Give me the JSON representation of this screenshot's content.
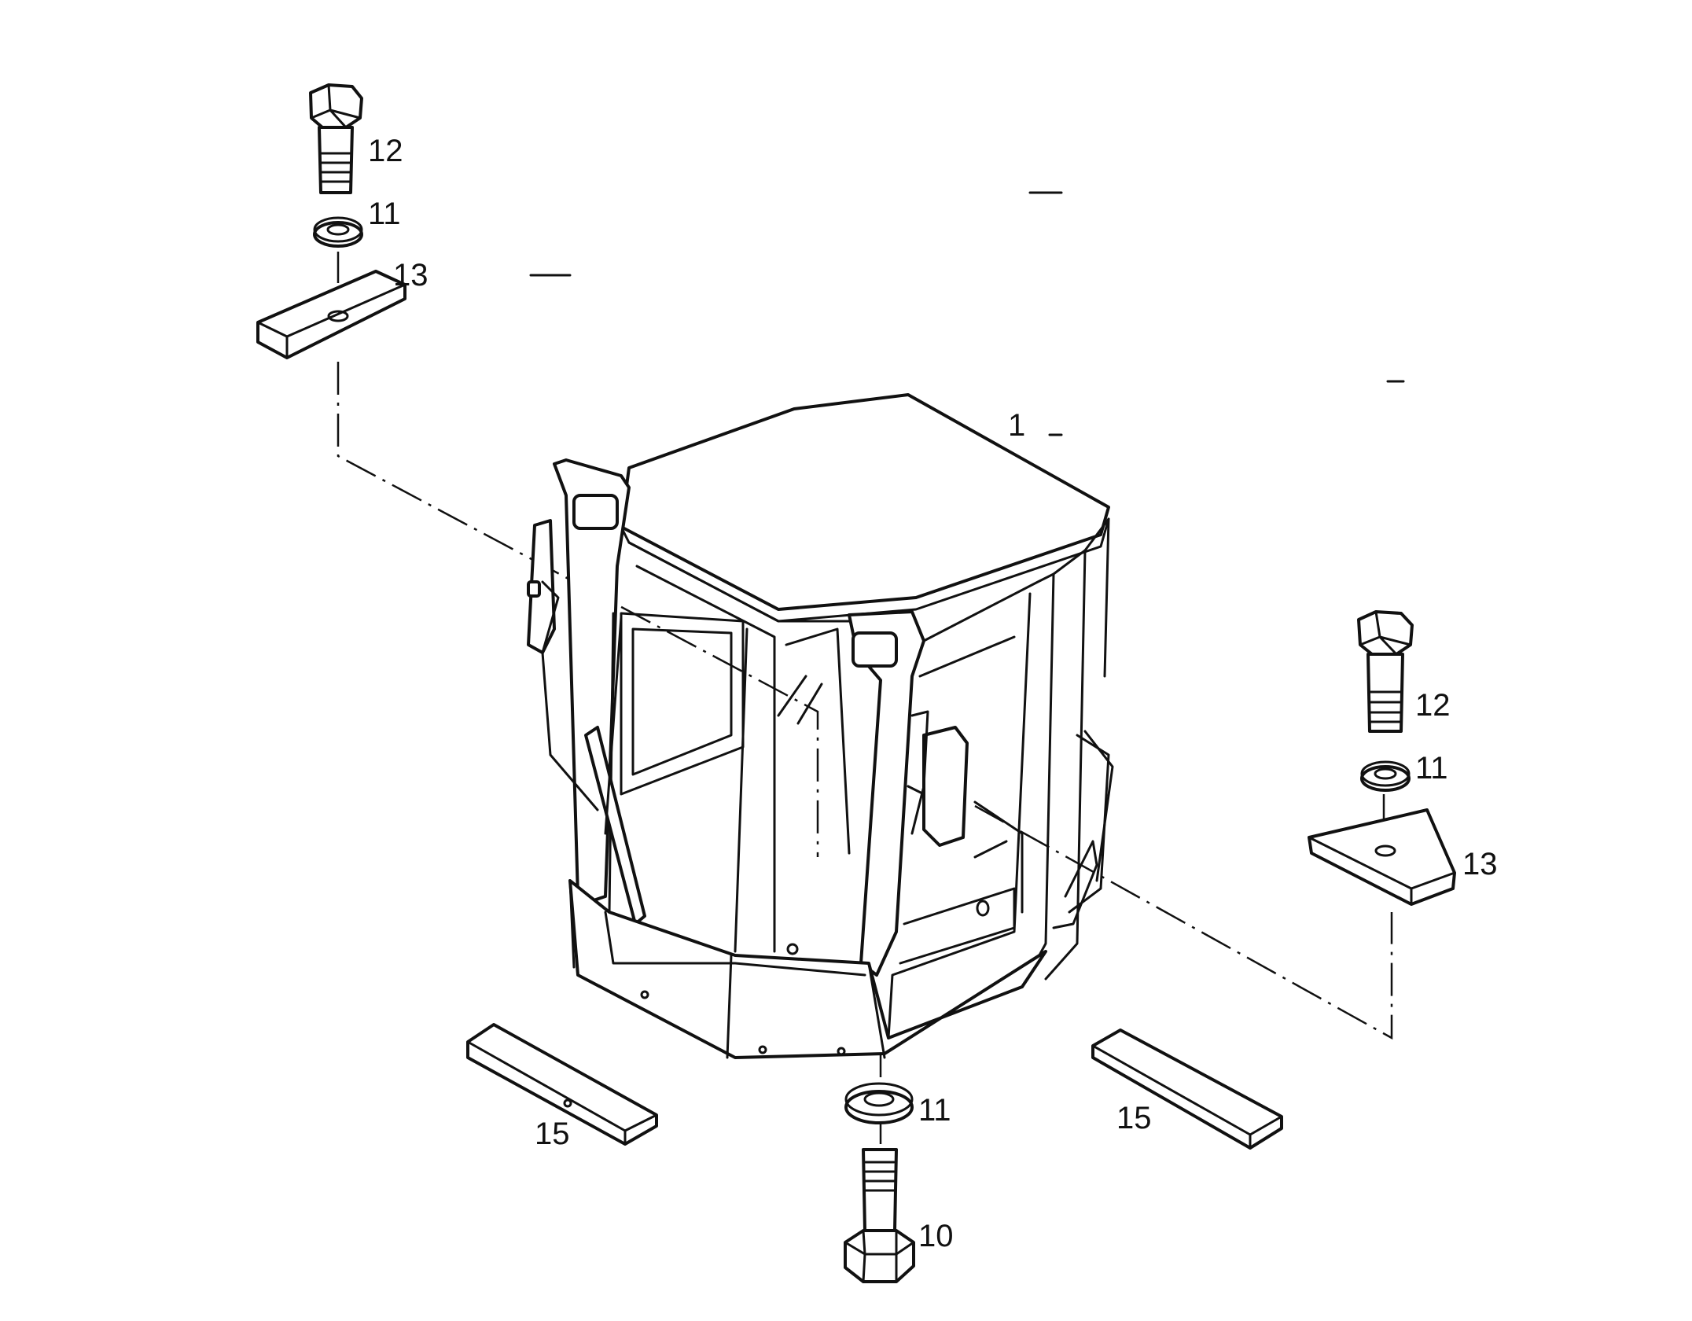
{
  "callouts": {
    "cab": "1",
    "bolt_top_left": "12",
    "washer_top_left": "11",
    "plate_top_left": "13",
    "bolt_right": "12",
    "washer_right": "11",
    "plate_right": "13",
    "washer_bottom": "11",
    "bolt_bottom": "10",
    "strip_left": "15",
    "strip_right": "15"
  },
  "colors": {
    "ink": "#111111",
    "paper": "#ffffff"
  }
}
